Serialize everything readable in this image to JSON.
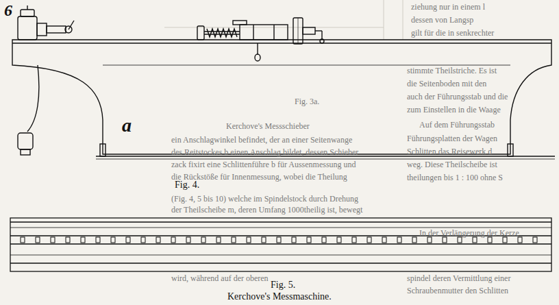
{
  "diagram": {
    "caption": "Kerchove's Messmaschine.",
    "labels": [
      "6",
      "a",
      "Fig. 4.",
      "Fig. 5.",
      "ziehung nur in einem l",
      "dessen von Langsp",
      "gilt für die in senkrechter",
      "stimmte Theilstriche. Es ist",
      "die Seitenboden mit den",
      "auch der Führungsstab und die",
      "zum Einstellen in die Waage",
      "Auf dem Führungsstab",
      "Führungsplatten der Wagen",
      "Schlitten das Reisewerk d",
      "weg. Diese Theilscheibe ist",
      "theilungen bis 1 : 100 ohne S",
      "In der Verlängerung der Kerze",
      "spindel deren Vermittlung einer",
      "Schraubenmutter den Schlitten",
      "Fig. 3a.",
      "Kerchove's Messschieber",
      "ein Anschlagwinkel befindet, der an einer Seitenwange",
      "des Reitstockes b einen Anschlag bildet, dessen Schieber",
      "zack fixirt eine Schlittenführe b für Aussenmessung und",
      "die Rückstöße für Innenmessung, wobei die Theilung",
      "(Fig. 4, 5 bis 10) welche im Spindelstock durch Drehung",
      "der Theilscheibe m, deren Umfang 1000theilig ist, bewegt",
      "wird, während auf der oberen"
    ]
  }
}
